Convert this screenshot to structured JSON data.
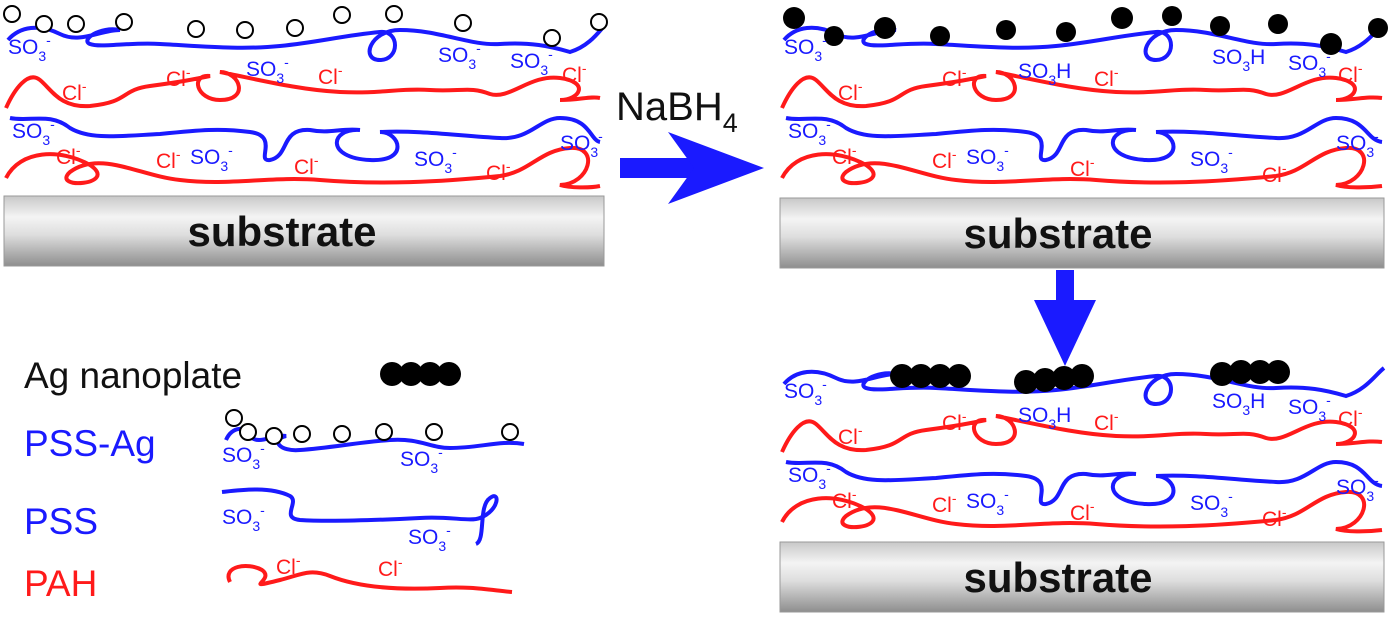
{
  "colors": {
    "pss": "#1a1aff",
    "pah": "#ff1a1a",
    "arrow": "#1a1aff",
    "nanoplate": "#000000",
    "ag_ion": "#ffffff"
  },
  "reagent": {
    "text": "NaBH",
    "subscript": "4"
  },
  "panels": {
    "initial": {
      "substrate_label": "substrate"
    },
    "reduced": {
      "substrate_label": "substrate"
    },
    "aggregated": {
      "substrate_label": "substrate"
    }
  },
  "ions": {
    "sulfonate": {
      "base": "SO",
      "sub": "3",
      "sup": "-"
    },
    "sulfonic_acid": {
      "base": "SO",
      "sub": "3",
      "tail": "H"
    },
    "chloride": {
      "base": "Cl",
      "sup": "-"
    }
  },
  "legend": {
    "ag_nanoplate": "Ag nanoplate",
    "pss_ag": "PSS-Ag",
    "pss": "PSS",
    "pah": "PAH"
  }
}
